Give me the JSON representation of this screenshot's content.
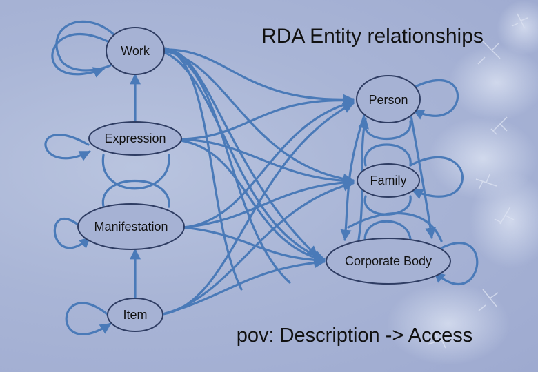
{
  "title": "RDA Entity relationships",
  "subtitle": "pov: Description -> Access",
  "colors": {
    "background": "#a9b5d6",
    "edge": "#4a7ab8",
    "node_fill": "#a6b2d4",
    "node_stroke": "#2f3d63",
    "text": "#111111"
  },
  "nodes": {
    "work": "Work",
    "expression": "Expression",
    "manifestation": "Manifestation",
    "item": "Item",
    "person": "Person",
    "family": "Family",
    "corporate_body": "Corporate Body"
  }
}
